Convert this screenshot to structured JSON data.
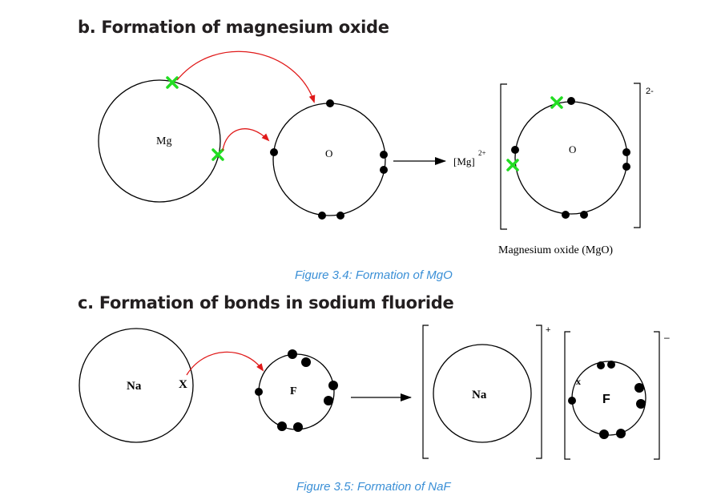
{
  "section_b": {
    "heading": "b. Formation of magnesium oxide",
    "mg_label": "Mg",
    "o_label": "O",
    "ion_label": "[Mg]",
    "ion_charge": "2+",
    "product_o_label": "O",
    "product_charge": "2-",
    "product_caption": "Magnesium oxide (MgO)",
    "figure_caption": "Figure 3.4: Formation of MgO"
  },
  "section_c": {
    "heading": "c. Formation of bonds in sodium fluoride",
    "na_label": "Na",
    "x_marker": "X",
    "f_label": "F",
    "na_ion_label": "Na",
    "na_charge": "+",
    "x_marker_small": "x",
    "f_ion_label": "F",
    "f_charge": "–",
    "figure_caption": "Figure 3.5: Formation of NaF"
  },
  "colors": {
    "arrow_red": "#e01a1a",
    "cross_green": "#22dd22",
    "caption_blue": "#3a8fd6",
    "ink": "#000000"
  }
}
